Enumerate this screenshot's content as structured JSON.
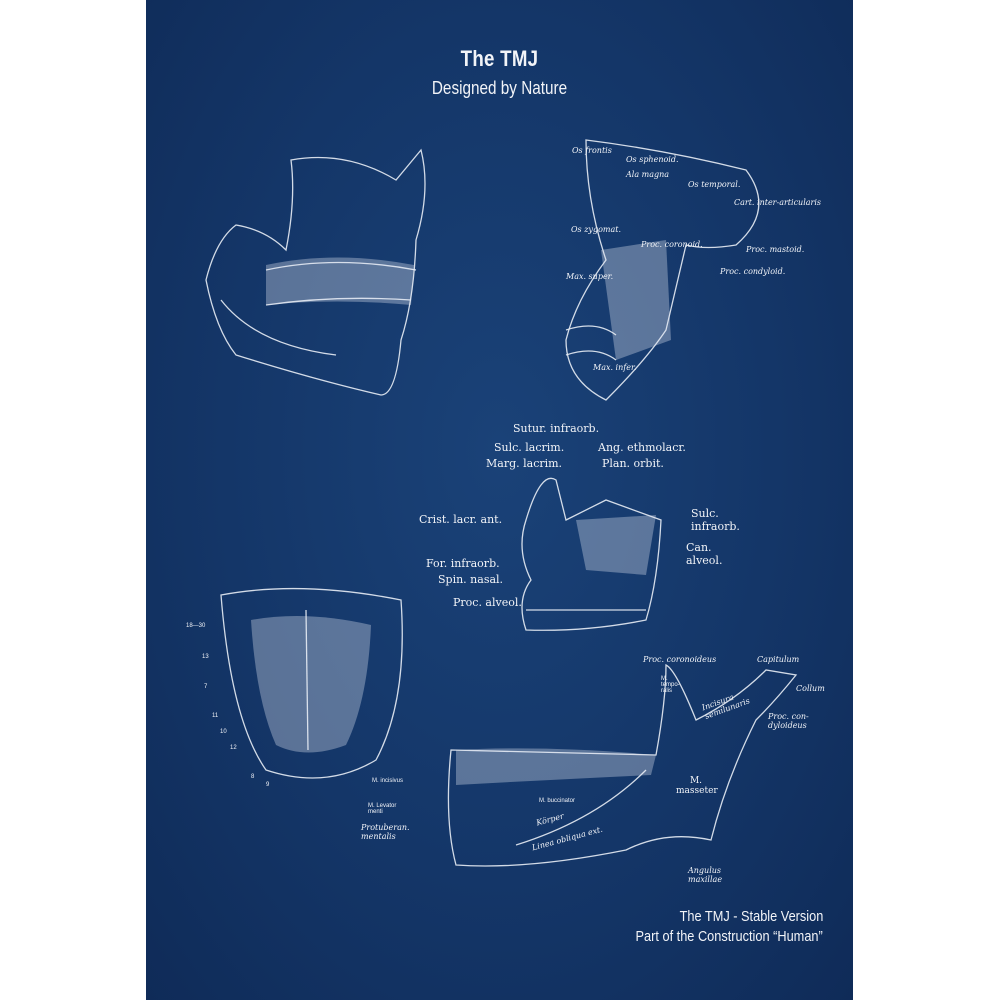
{
  "header": {
    "title": "The TMJ",
    "subtitle": "Designed by Nature"
  },
  "footer": {
    "line1": "The TMJ - Stable Version",
    "line2": "Part of the Construction “Human”"
  },
  "figure_joint": {
    "labels": [
      "Os frontis",
      "Os sphenoid.",
      "Ala magna",
      "Os temporal.",
      "Cart. inter-articularis",
      "Os zygomat.",
      "Proc. coronoid.",
      "Proc. mastoid.",
      "Proc. condyloid.",
      "Max. super.",
      "Max. infer."
    ]
  },
  "figure_maxilla": {
    "labels": [
      "Sutur. infraorb.",
      "Sulc. lacrim.",
      "Ang. ethmolacr.",
      "Marg. lacrim.",
      "Plan. orbit.",
      "Crist. lacr. ant.",
      "Sulc. infraorb.",
      "Can. alveol.",
      "For. infraorb.",
      "Spin. nasal.",
      "Proc. alveol."
    ]
  },
  "figure_palate": {
    "labels": [
      "18—30",
      "13",
      "7",
      "11",
      "10",
      "12",
      "8",
      "9"
    ]
  },
  "figure_mandible": {
    "labels": [
      "Proc. coronoideus",
      "Capitulum",
      "M. tempo-ralis",
      "Incisura semilunaris",
      "Collum",
      "Proc. con-dyloideus",
      "M. incisivus",
      "M. masseter",
      "M. buccinator",
      "M. Levator menti",
      "Körper",
      "Linea obliqua ext.",
      "Protuberan. mentalis",
      "Angulus maxillae"
    ]
  },
  "colors": {
    "background": "#143668",
    "ink": "#f2f4f8",
    "margin": "#ffffff"
  }
}
